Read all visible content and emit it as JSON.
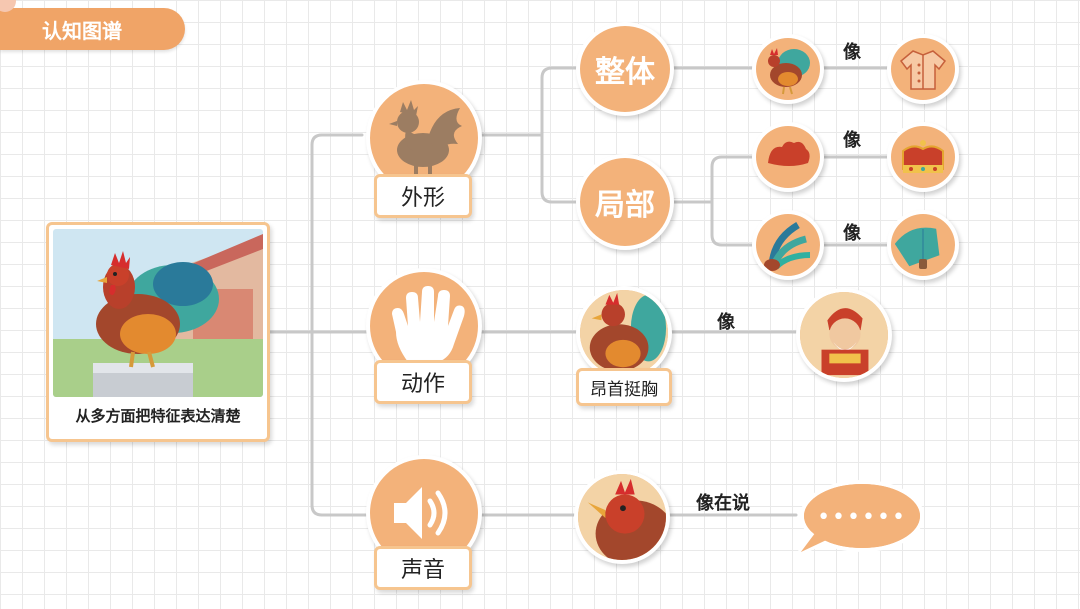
{
  "header": {
    "title": "认知图谱"
  },
  "main_card": {
    "caption": "从多方面把特征表达清楚"
  },
  "branches": {
    "appearance": {
      "label": "外形",
      "whole": "整体",
      "partial": "局部"
    },
    "action": {
      "label": "动作",
      "pose_label": "昂首挺胸"
    },
    "sound": {
      "label": "声音",
      "speech_text": "••••••"
    }
  },
  "connectors": {
    "whole_like": "像",
    "comb_like": "像",
    "tail_like": "像",
    "pose_like": "像",
    "sound_like": "像在说"
  },
  "colors": {
    "accent": "#f0a467",
    "node": "#f3b27a",
    "line": "#c8c8c8",
    "border": "#f6c58f"
  },
  "icons": [
    "rooster-silhouette-icon",
    "hand-icon",
    "speaker-icon",
    "rooster-icon",
    "jacket-icon",
    "comb-icon",
    "crown-icon",
    "tail-feathers-icon",
    "fan-icon",
    "general-icon",
    "rooster-crowing-icon",
    "speech-bubble-icon"
  ]
}
